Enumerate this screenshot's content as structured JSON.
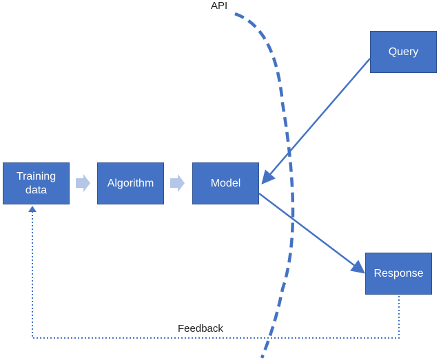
{
  "nodes": {
    "training_data": "Training\ndata",
    "algorithm": "Algorithm",
    "model": "Model",
    "query": "Query",
    "response": "Response"
  },
  "labels": {
    "api": "API",
    "feedback": "Feedback"
  },
  "colors": {
    "box_fill": "#4472c4",
    "box_border": "#2f528f",
    "connector": "#4472c4",
    "block_arrow": "#b4c7e7"
  }
}
